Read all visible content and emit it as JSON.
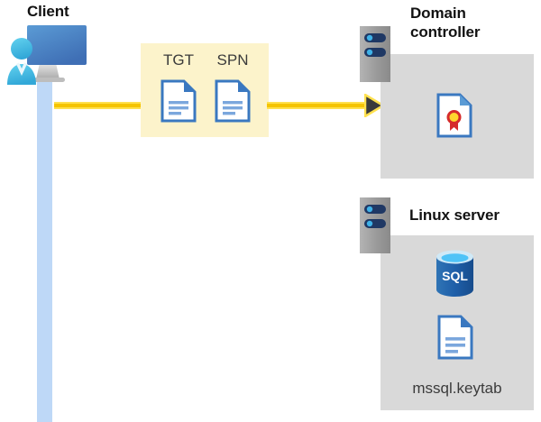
{
  "diagram": {
    "title_client": "Client",
    "title_domain_controller": "Domain controller",
    "title_linux_server": "Linux server",
    "keytab_filename": "mssql.keytab",
    "sql_label": "SQL"
  },
  "tokens": {
    "tgt_label": "TGT",
    "spn_label": "SPN"
  },
  "colors": {
    "flow_arrow": "#f5c400",
    "flow_arrow_highlight": "#ffe14f",
    "highlight_box": "#fcf3cb",
    "panel_gray": "#d9d9d9",
    "lifeline_blue": "#bed8f7",
    "monitor_blue": "#4a86c8",
    "person_blue": "#45b6e0",
    "document_blue": "#3a78c0",
    "sql_blue": "#1f5fa9",
    "seal_red": "#d62b2b",
    "seal_yellow": "#ffd72e",
    "server_body": "#9e9e9e",
    "server_pill": "#1f3864",
    "heading_text": "#121212",
    "body_text": "#3b3b3b"
  },
  "icons": {
    "client": "client-computer-user-icon",
    "domain_controller_server": "server-rack-icon",
    "linux_server": "server-rack-icon",
    "tgt_document": "document-icon",
    "spn_document": "document-icon",
    "certificate": "certificate-document-icon",
    "sql_database": "sql-database-icon",
    "keytab_document": "document-icon",
    "arrow": "arrow-right-icon"
  }
}
